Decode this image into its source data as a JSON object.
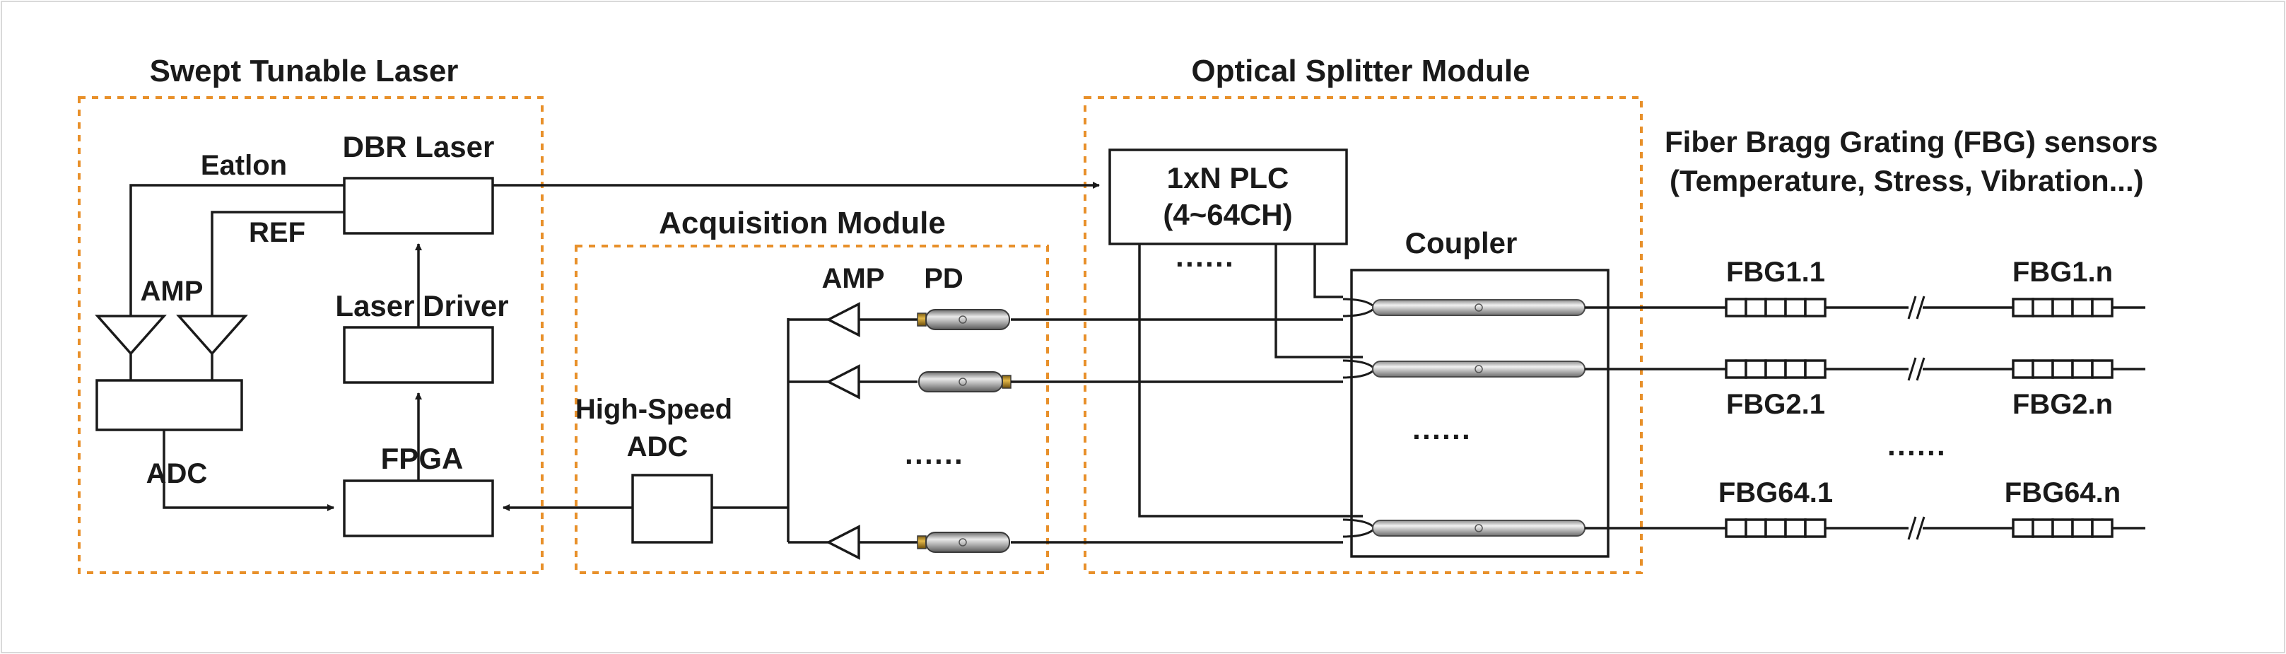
{
  "modules": {
    "laser": "Swept Tunable Laser",
    "acquisition": "Acquisition Module",
    "splitter": "Optical Splitter Module"
  },
  "laser": {
    "dbr": "DBR Laser",
    "eatlon": "Eatlon",
    "ref": "REF",
    "amp": "AMP",
    "driver": "Laser Driver",
    "adc": "ADC",
    "fpga": "FPGA"
  },
  "acquisition": {
    "adc_line1": "High-Speed",
    "adc_line2": "ADC",
    "amp": "AMP",
    "pd": "PD",
    "ellipsis": "······"
  },
  "splitter": {
    "plc_line1": "1xN PLC",
    "plc_line2": "(4~64CH)",
    "coupler": "Coupler",
    "ellipsis_plc": "······",
    "ellipsis_coupler": "······"
  },
  "sensors": {
    "title_line1": "Fiber Bragg Grating (FBG) sensors",
    "title_line2": "(Temperature, Stress, Vibration...)",
    "rows": [
      {
        "first": "FBG1.1",
        "last": "FBG1.n"
      },
      {
        "first": "FBG2.1",
        "last": "FBG2.n"
      },
      {
        "first": "FBG64.1",
        "last": "FBG64.n"
      }
    ],
    "ellipsis": "······"
  }
}
